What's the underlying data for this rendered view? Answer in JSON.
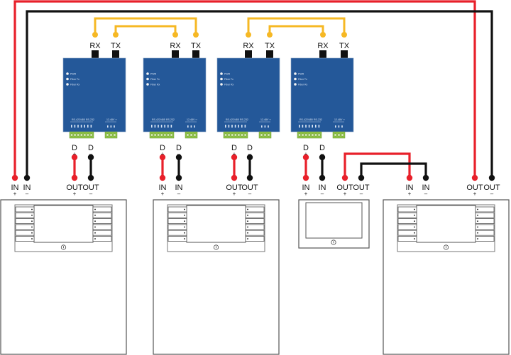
{
  "diagram": {
    "title": "",
    "colors": {
      "positive_wire": "#e8202a",
      "negative_wire": "#111111",
      "fiber": "#f6b824",
      "converter_body": "#245899",
      "terminal_block": "#8fc246",
      "panel_outline": "#555555"
    },
    "converters": [
      {
        "id": "conv1",
        "fiber_ports": [
          "RX",
          "TX"
        ],
        "leds": [
          "PWR",
          "Fiber Tx",
          "Fiber Rx"
        ],
        "terminal_groups": [
          "RS-422/485",
          "RS-232",
          "12-48V ⎓"
        ],
        "data_terminals": [
          {
            "label": "D",
            "sign": "+"
          },
          {
            "label": "D",
            "sign": "–"
          }
        ]
      },
      {
        "id": "conv2",
        "fiber_ports": [
          "RX",
          "TX"
        ],
        "leds": [
          "PWR",
          "Fiber Tx",
          "Fiber Rx"
        ],
        "terminal_groups": [
          "RS-422/485",
          "RS-232",
          "12-48V ⎓"
        ],
        "data_terminals": [
          {
            "label": "D",
            "sign": "+"
          },
          {
            "label": "D",
            "sign": "–"
          }
        ]
      },
      {
        "id": "conv3",
        "fiber_ports": [
          "RX",
          "TX"
        ],
        "leds": [
          "PWR",
          "Fiber Tx",
          "Fiber Rx"
        ],
        "terminal_groups": [
          "RS-422/485",
          "RS-232",
          "12-48V ⎓"
        ],
        "data_terminals": [
          {
            "label": "D",
            "sign": "+"
          },
          {
            "label": "D",
            "sign": "–"
          }
        ]
      },
      {
        "id": "conv4",
        "fiber_ports": [
          "RX",
          "TX"
        ],
        "leds": [
          "PWR",
          "Fiber Tx",
          "Fiber Rx"
        ],
        "terminal_groups": [
          "RS-422/485",
          "RS-232",
          "12-48V ⎓"
        ],
        "data_terminals": [
          {
            "label": "D",
            "sign": "+"
          },
          {
            "label": "D",
            "sign": "–"
          }
        ]
      }
    ],
    "panels": [
      {
        "id": "panel1",
        "type": "control-panel",
        "terminals": [
          {
            "label": "IN",
            "sign": "+"
          },
          {
            "label": "IN",
            "sign": "–"
          },
          {
            "label": "OUT",
            "sign": "+"
          },
          {
            "label": "OUT",
            "sign": "–"
          }
        ]
      },
      {
        "id": "panel2",
        "type": "control-panel",
        "terminals": [
          {
            "label": "IN",
            "sign": "+"
          },
          {
            "label": "IN",
            "sign": "–"
          }
        ]
      },
      {
        "id": "panel3",
        "type": "keypad",
        "terminals": [
          {
            "label": "IN",
            "sign": "+"
          },
          {
            "label": "IN",
            "sign": "–"
          },
          {
            "label": "OUT",
            "sign": "+"
          },
          {
            "label": "OUT",
            "sign": "–"
          }
        ]
      },
      {
        "id": "panel4",
        "type": "control-panel",
        "terminals": [
          {
            "label": "IN",
            "sign": "+"
          },
          {
            "label": "IN",
            "sign": "–"
          },
          {
            "label": "OUT",
            "sign": "+"
          },
          {
            "label": "OUT",
            "sign": "–"
          }
        ]
      }
    ],
    "power_icon": "power-icon"
  }
}
